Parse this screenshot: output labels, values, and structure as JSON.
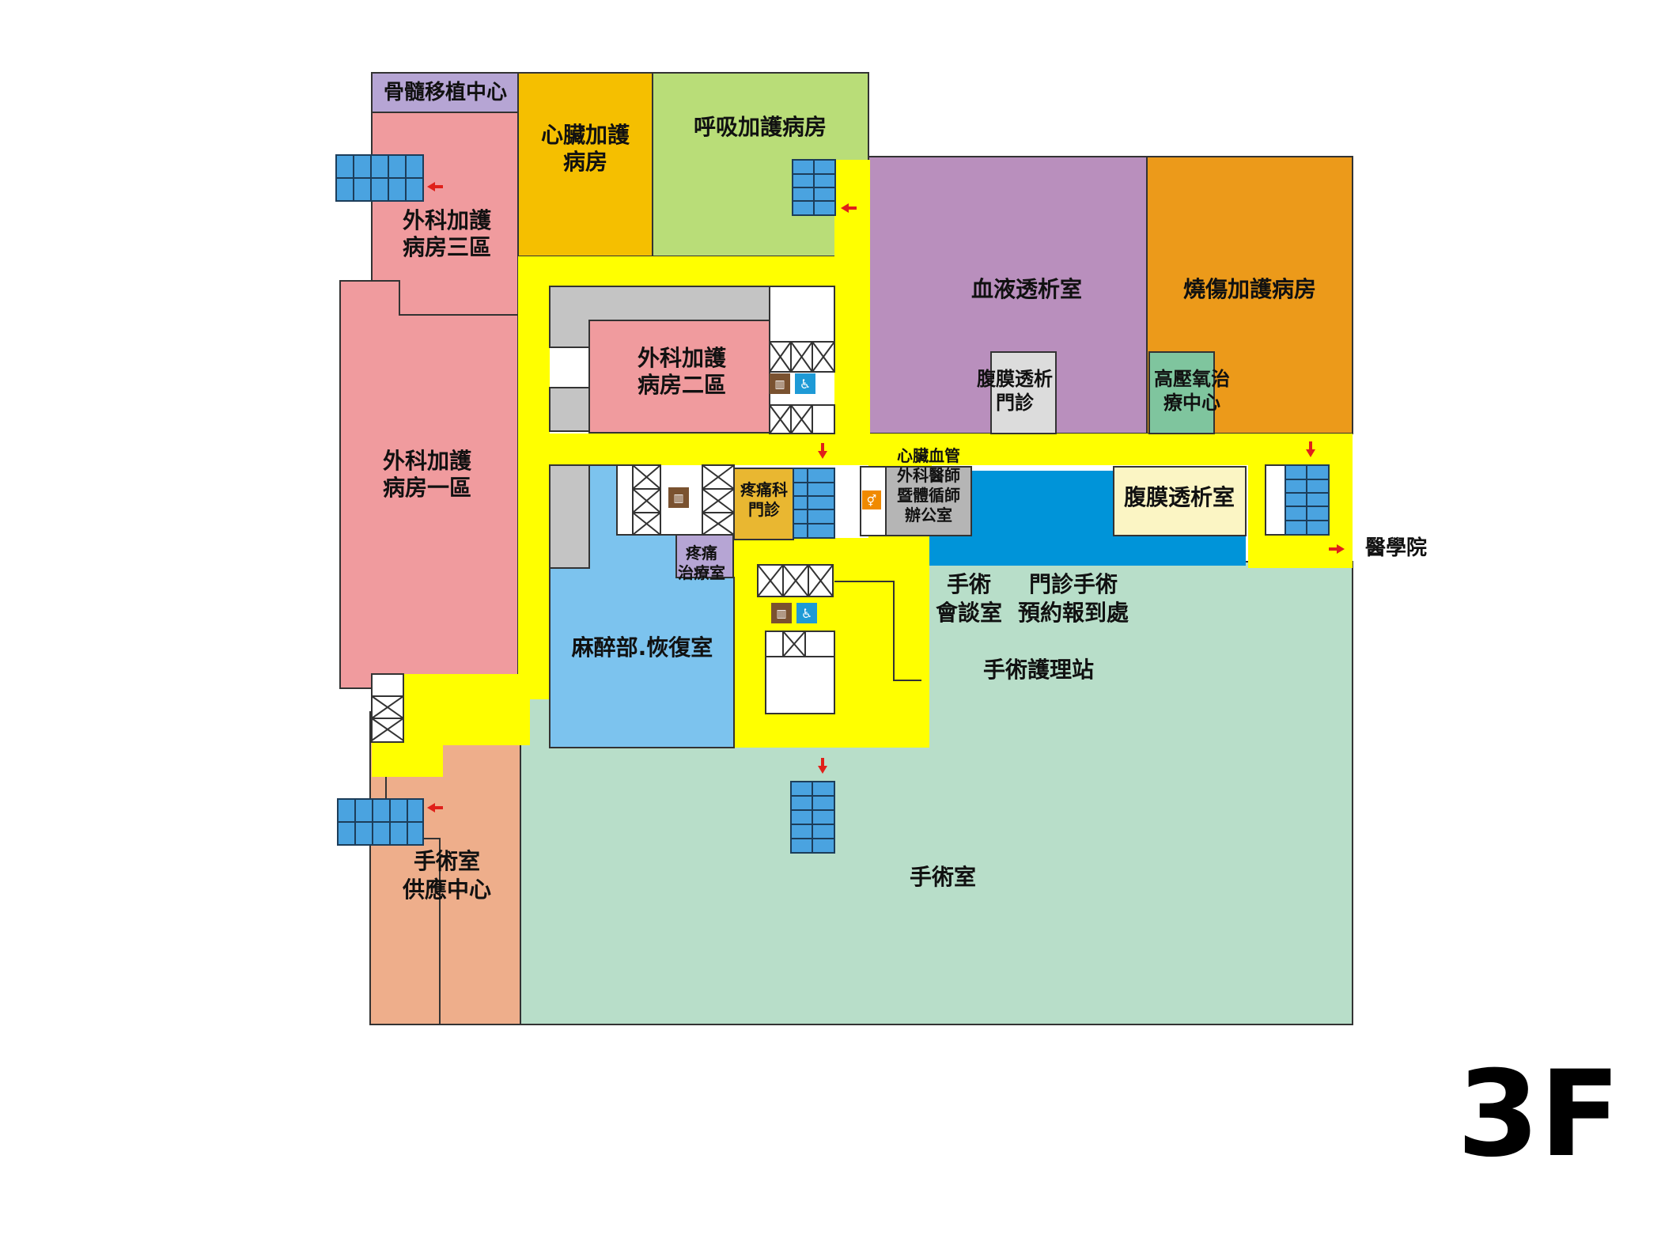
{
  "floor_label": "3F",
  "exit_label": "醫學院",
  "rooms": {
    "bone_marrow": {
      "lines": [
        "骨髓移植中心"
      ],
      "color": "#b6a5d4"
    },
    "cardiac_icu": {
      "lines": [
        "心臟加護",
        "病房"
      ],
      "color": "#f5bf00"
    },
    "respiratory_icu": {
      "lines": [
        "呼吸加護病房"
      ],
      "color": "#b9dd78"
    },
    "surgical_icu_3": {
      "lines": [
        "外科加護",
        "病房三區"
      ],
      "color": "#f09b9e"
    },
    "surgical_icu_2": {
      "lines": [
        "外科加護",
        "病房二區"
      ],
      "color": "#f09b9e"
    },
    "surgical_icu_1": {
      "lines": [
        "外科加護",
        "病房一區"
      ],
      "color": "#f09b9e"
    },
    "hemodialysis": {
      "lines": [
        "血液透析室"
      ],
      "color": "#b98fbd"
    },
    "burn_icu": {
      "lines": [
        "燒傷加護病房"
      ],
      "color": "#ec9a1a"
    },
    "peritoneal_clinic": {
      "lines": [
        "腹膜透析",
        "門診"
      ],
      "color": "#dcdcdc"
    },
    "hyperbaric": {
      "lines": [
        "高壓氧治",
        "療中心"
      ],
      "color": "#7fc59e"
    },
    "cardio_office": {
      "lines": [
        "心臟血管",
        "外科醫師",
        "暨體循師",
        "辦公室"
      ],
      "color": "#b5b5b5"
    },
    "peritoneal_room": {
      "lines": [
        "腹膜透析室"
      ],
      "color": "#fbf5c4"
    },
    "pain_clinic": {
      "lines": [
        "疼痛科",
        "門診"
      ],
      "color": "#e9b731"
    },
    "pain_treatment": {
      "lines": [
        "疼痛",
        "治療室"
      ],
      "color": "#b6a5d4"
    },
    "anesthesia": {
      "lines": [
        "麻醉部.恢復室"
      ],
      "color": "#7cc3ee"
    },
    "consult": {
      "lines": [
        "手術",
        "會談室"
      ]
    },
    "outpatient_surgery": {
      "lines": [
        "門診手術",
        "預約報到處"
      ]
    },
    "nurse_station": {
      "lines": [
        "手術護理站"
      ]
    },
    "operating_room": {
      "lines": [
        "手術室"
      ],
      "color": "#b8dec9"
    },
    "supply_center": {
      "lines": [
        "手術室",
        "供應中心"
      ],
      "color": "#eeae8b"
    }
  },
  "colors": {
    "corridor": "#ffff00",
    "blue_corridor": "#0094d9",
    "grey": "#c4c4c4",
    "stair": "#4aa3e0",
    "arrow": "#e0201a"
  },
  "icons": [
    "stairs-icon",
    "elevator-icon",
    "accessible-icon",
    "restroom-icon",
    "direction-arrow-icon"
  ]
}
